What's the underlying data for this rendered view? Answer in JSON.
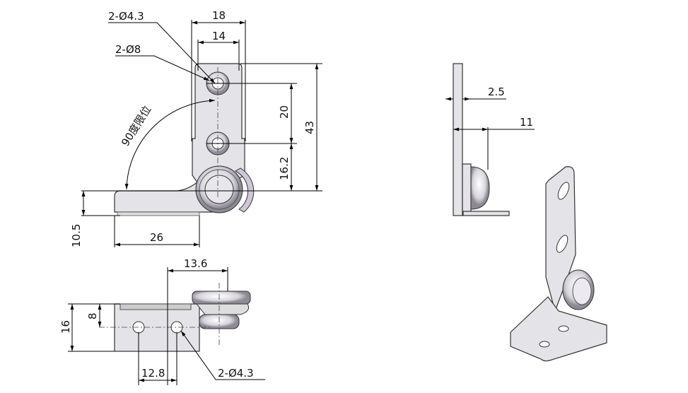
{
  "title": "90-degree limit hinge dimension drawing",
  "front_view": {
    "hole_small_label": "2-Ø4.3",
    "hole_large_label": "2-Ø8",
    "width_outer": "18",
    "width_inner": "14",
    "hole_pitch": "20",
    "height_total": "43",
    "hole_to_axis": "16.2",
    "base_thickness": "10.5",
    "base_length": "26",
    "rotation_note": "90度限位"
  },
  "side_view": {
    "plate_thickness": "2.5",
    "depth": "11"
  },
  "bottom_view": {
    "offset": "13.6",
    "height": "16",
    "half_height": "8",
    "hole_pitch": "12.8",
    "hole_label": "2-Ø4.3"
  }
}
